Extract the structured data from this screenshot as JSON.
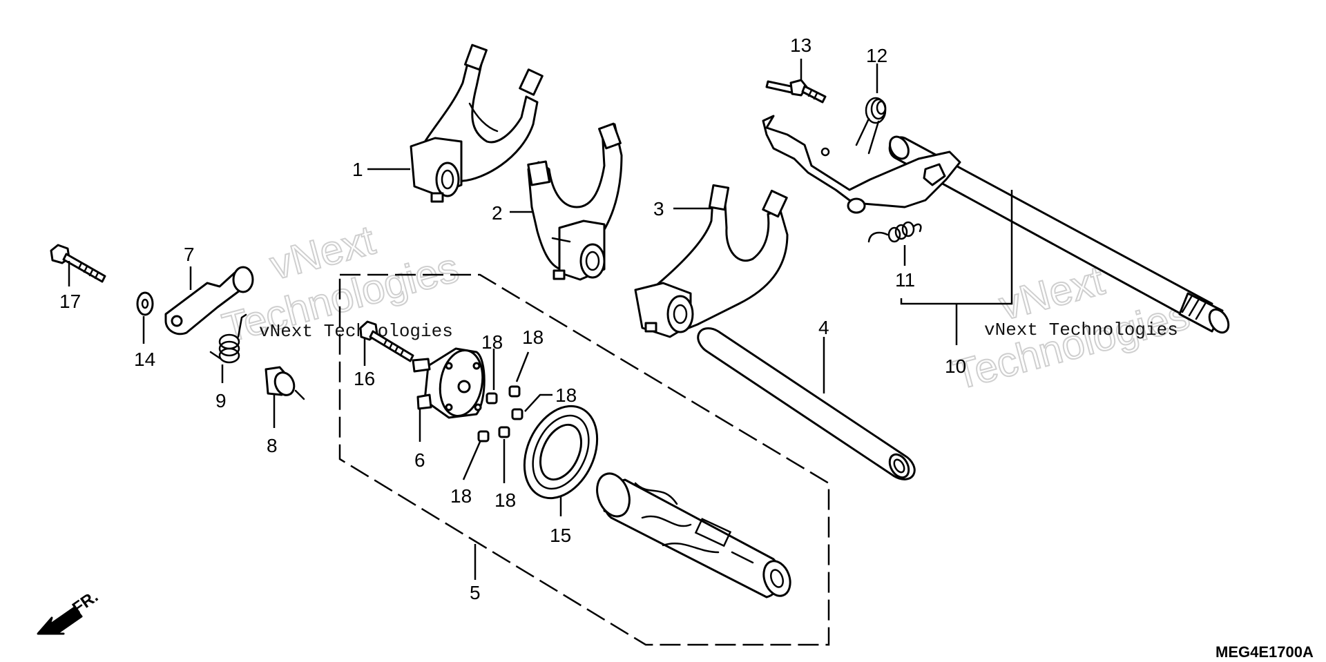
{
  "diagram_code": "MEG4E1700A",
  "front_indicator": "FR.",
  "watermark_outline": [
    "vNext",
    "Technologies"
  ],
  "watermark_caption": "vNext Technologies",
  "callouts": {
    "c1": "1",
    "c2": "2",
    "c3": "3",
    "c4": "4",
    "c5": "5",
    "c6": "6",
    "c7": "7",
    "c8": "8",
    "c9": "9",
    "c10": "10",
    "c11": "11",
    "c12": "12",
    "c13": "13",
    "c14": "14",
    "c15": "15",
    "c16": "16",
    "c17": "17",
    "c18a": "18",
    "c18b": "18",
    "c18c": "18",
    "c18d": "18",
    "c18e": "18"
  }
}
